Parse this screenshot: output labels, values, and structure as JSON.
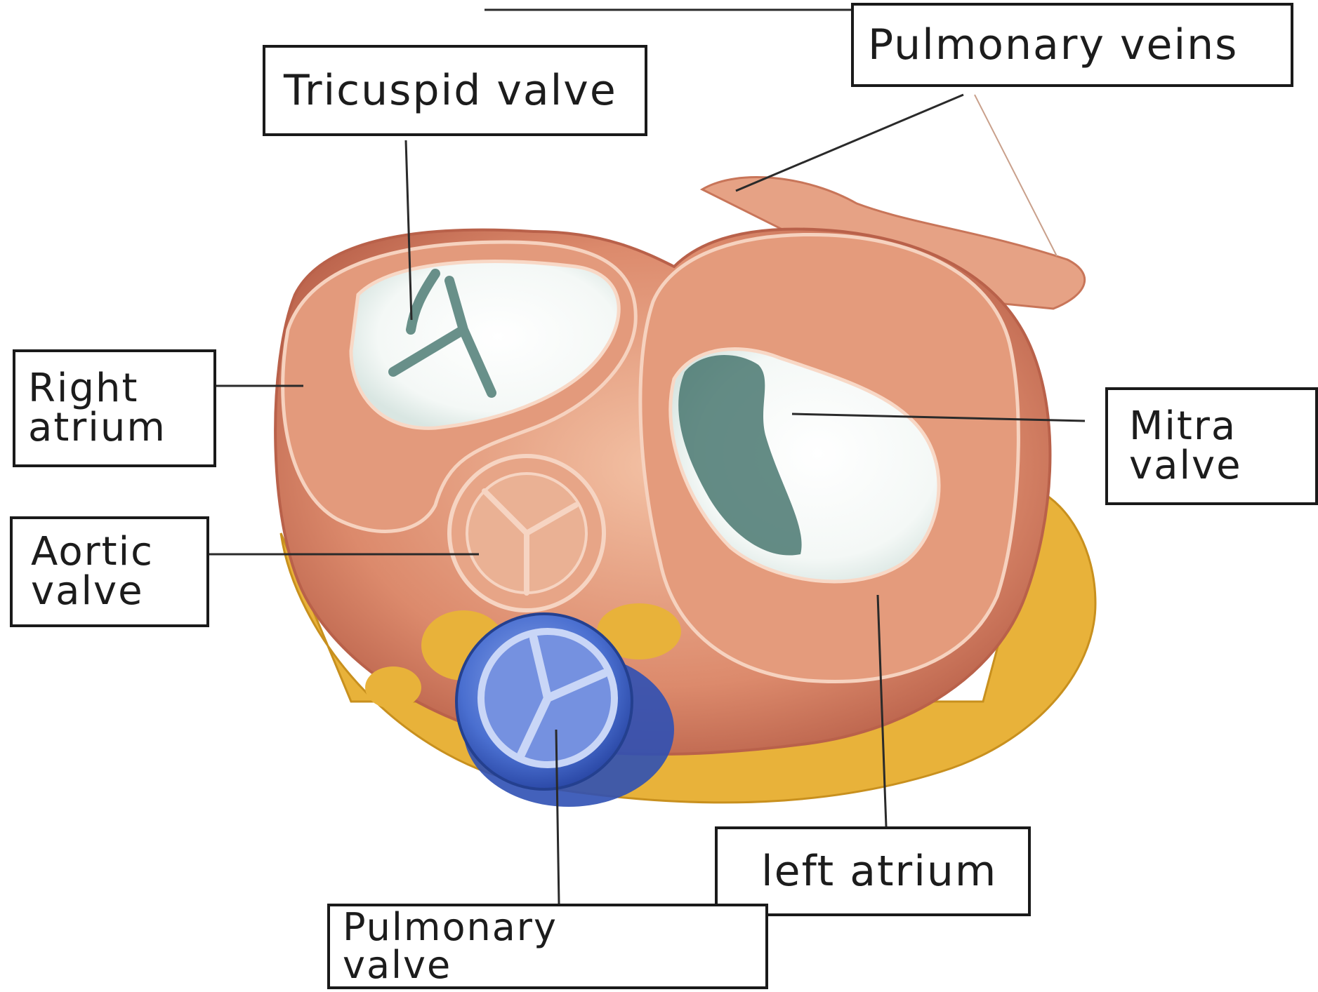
{
  "labels": {
    "tricuspid_valve": "Tricuspid valve",
    "pulmonary_veins": "Pulmonary veins",
    "right_atrium": "Right\natrium",
    "aortic_valve": "Aortic\nvalve",
    "mitral_valve": "Mitra\nvalve",
    "left_atrium": "left atrium",
    "pulmonary_valve": "Pulmonary\n  valve"
  },
  "colors": {
    "heart_flesh": "#dc8a6c",
    "heart_light": "#f3c1a4",
    "heart_shadow": "#b9614a",
    "valve_white": "#f4f8f6",
    "valve_teal": "#5f8f86",
    "pulmonary_blue": "#4a6fd0",
    "pulmonary_blue_light": "#8fa8ea",
    "fat_yellow": "#e8b23a",
    "line_color": "#2a2a2a"
  }
}
